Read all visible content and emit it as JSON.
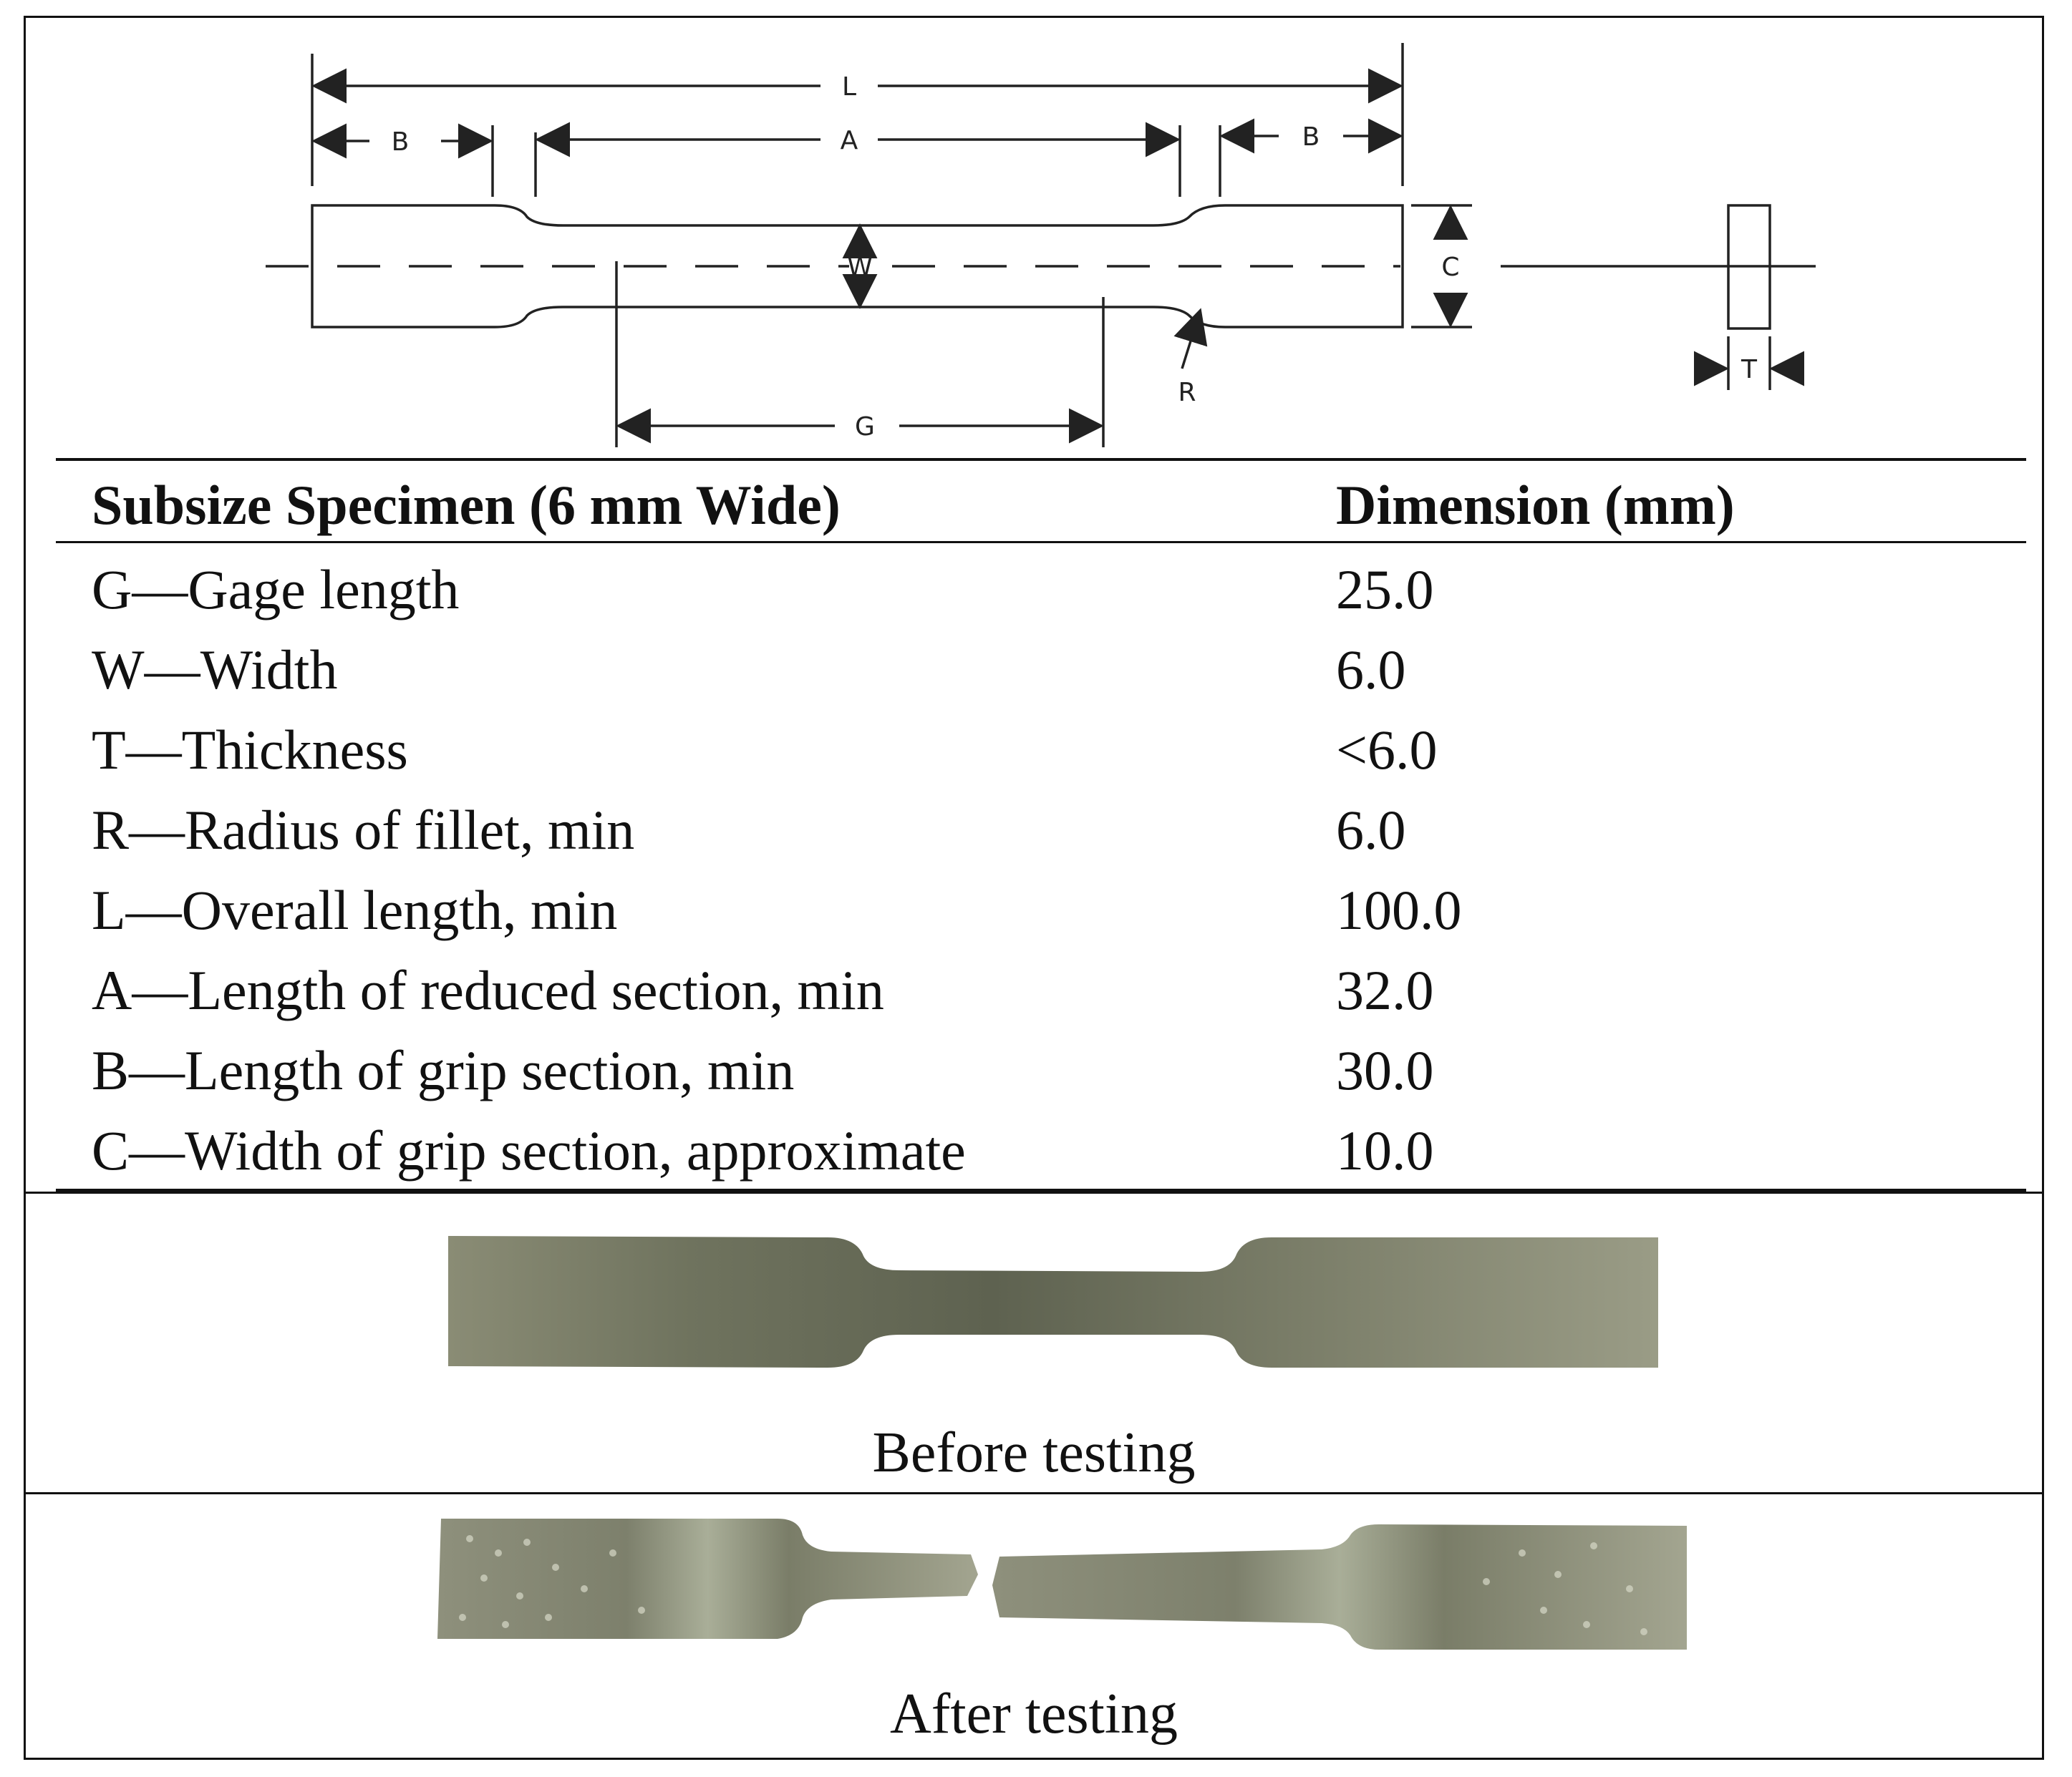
{
  "diagram": {
    "labels": {
      "L": "L",
      "A": "A",
      "B_left": "B",
      "B_right": "B",
      "W": "W",
      "C": "C",
      "G": "G",
      "R": "R",
      "T": "T"
    }
  },
  "table": {
    "header": {
      "specimen": "Subsize Specimen (6 mm Wide)",
      "dimension": "Dimension (mm)"
    },
    "rows": [
      {
        "name": "G—Gage length",
        "value": "25.0"
      },
      {
        "name": "W—Width",
        "value": "6.0"
      },
      {
        "name": "T—Thickness",
        "value": "<6.0"
      },
      {
        "name": "R—Radius of fillet, min",
        "value": "6.0"
      },
      {
        "name": "L—Overall length, min",
        "value": "100.0"
      },
      {
        "name": "A—Length of reduced section, min",
        "value": "32.0"
      },
      {
        "name": "B—Length of grip section, min",
        "value": "30.0"
      },
      {
        "name": "C—Width of grip section, approximate",
        "value": "10.0"
      }
    ]
  },
  "photos": {
    "before_caption": "Before testing",
    "after_caption": "After testing",
    "specimen_color": "#7d8068"
  }
}
